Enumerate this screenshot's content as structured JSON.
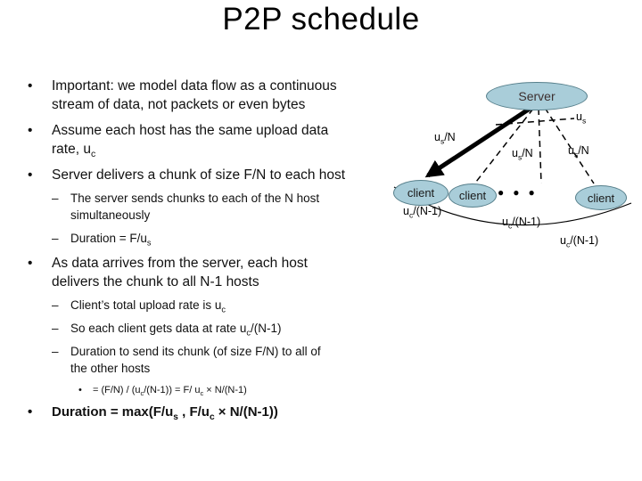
{
  "slide": {
    "title": "P2P schedule"
  },
  "markers": {
    "l1": "•",
    "l2": "–",
    "l3": "•"
  },
  "bullets": {
    "b1": [
      {
        "t": "Important: we model data flow as a continuous stream of data, not packets or even bytes"
      }
    ],
    "b2": [
      {
        "t": "Assume each host has the same upload data rate, u"
      },
      {
        "s": "c"
      }
    ],
    "b3": [
      {
        "t": "Server delivers a chunk of size F/N to each host"
      }
    ],
    "b3a": [
      {
        "t": "The server sends chunks to each of the N host simultaneously"
      }
    ],
    "b3b": [
      {
        "t": "Duration = F/u"
      },
      {
        "s": "s"
      }
    ],
    "b4": [
      {
        "t": "As data arrives from the server, each host delivers the chunk to all N-1 hosts"
      }
    ],
    "b4a": [
      {
        "t": "Client’s total upload rate is u"
      },
      {
        "s": "c"
      }
    ],
    "b4b": [
      {
        "t": "So each client gets data at rate u"
      },
      {
        "s": "c"
      },
      {
        "t": "/(N-1)"
      }
    ],
    "b4c": [
      {
        "t": "Duration to send its chunk (of size F/N) to all of the other hosts"
      }
    ],
    "b4c1": [
      {
        "t": "= (F/N) / (u"
      },
      {
        "s": "c"
      },
      {
        "t": "/(N-1)) = F/ u"
      },
      {
        "s": "c"
      },
      {
        "t": " × N/(N-1)"
      }
    ],
    "b5": [
      {
        "t": "Duration = max(F/u"
      },
      {
        "s": "s"
      },
      {
        "t": " , F/u"
      },
      {
        "s": "c"
      },
      {
        "t": " × N/(N-1))"
      }
    ]
  },
  "diagram": {
    "server_label": "Server",
    "client_labels": [
      "client",
      "client",
      "client"
    ],
    "us": [
      {
        "t": "u"
      },
      {
        "s": "s"
      }
    ],
    "usN": [
      {
        "t": "u"
      },
      {
        "s": "s"
      },
      {
        "t": "/N"
      }
    ],
    "ucN1": [
      {
        "t": "u"
      },
      {
        "s": "c"
      },
      {
        "t": "/(N-1)"
      }
    ],
    "dots": "●●●",
    "colors": {
      "node_fill": "#a9cdd9",
      "node_border": "#567f8b",
      "arrow": "#000000"
    }
  }
}
